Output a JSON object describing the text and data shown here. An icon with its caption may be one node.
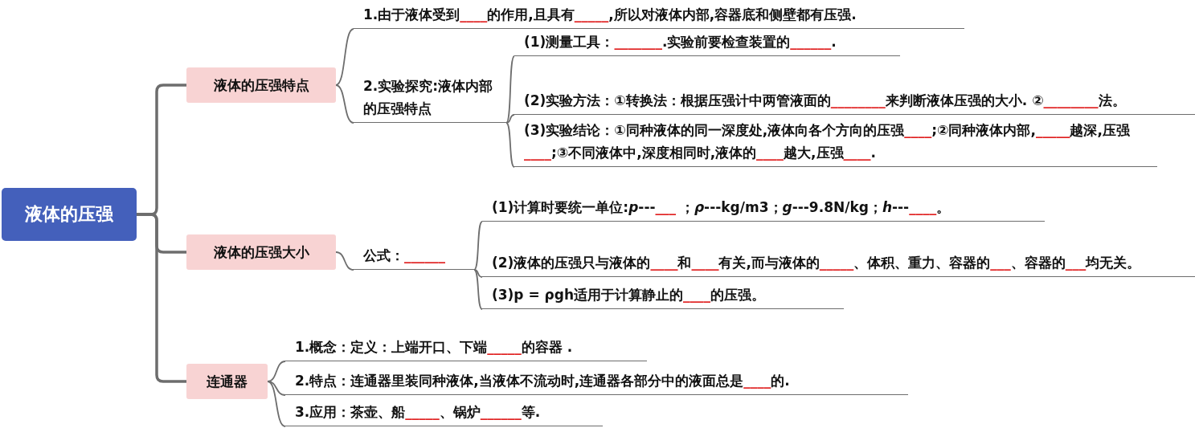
{
  "diagram": {
    "nodes": [
      {
        "text": [
          "液体的压强"
        ]
      },
      {
        "text": [
          "液体的压强特点"
        ]
      },
      {
        "text": [
          "液体的压强大小"
        ]
      },
      {
        "text": [
          "连通器"
        ]
      },
      {
        "text": [
          "1.由于液体受到____的作用,且具有_____,所以对液体内部,容器底和侧壁都有压强."
        ]
      },
      {
        "text": [
          "2.实验探究:液体内部的压强特点"
        ]
      },
      {
        "text": [
          "(1)测量工具：_______.实验前要检查装置的______."
        ]
      },
      {
        "text": [
          "(2)实验方法：①转换法：根据压强计中两管液面的________来判断液体压强的大小. ②________法。"
        ]
      },
      {
        "text": [
          "(3)实验结论：①同种液体的同一深度处,液体向各个方向的压强____;②同种液体内部,_____越深,压强____;③不同液体中,深度相同时,液体的____越大,压强____."
        ]
      },
      {
        "text": [
          "公式：______"
        ]
      },
      {
        "text": [
          "(1)计算时要统一单位:*p*---___ ；*ρ*---kg/m3；*g*---9.8N/kg；*h*---____。"
        ]
      },
      {
        "text": [
          "(2)液体的压强只与液体的____和____有关,而与液体的_____、体积、重力、容器的___、容器的___均无关。"
        ]
      },
      {
        "text": [
          "(3)p = ρgh适用于计算静止的____的压强。"
        ]
      },
      {
        "text": [
          "1.概念：定义：上端开口、下端_____的容器 ."
        ]
      },
      {
        "text": [
          "2.特点：连通器里装同种液体,当液体不流动时,连通器各部分中的液面总是____的."
        ]
      },
      {
        "text": [
          "3.应用：茶壶、船_____、锅炉______等."
        ]
      }
    ],
    "edges": [
      {
        "from": 0,
        "to": 1,
        "arrow": "none"
      },
      {
        "from": 0,
        "to": 2,
        "arrow": "none"
      },
      {
        "from": 0,
        "to": 3,
        "arrow": "none"
      },
      {
        "from": 1,
        "to": 4,
        "arrow": "none"
      },
      {
        "from": 1,
        "to": 5,
        "arrow": "none"
      },
      {
        "from": 5,
        "to": 6,
        "arrow": "none"
      },
      {
        "from": 5,
        "to": 7,
        "arrow": "none"
      },
      {
        "from": 5,
        "to": 8,
        "arrow": "none"
      },
      {
        "from": 2,
        "to": 9,
        "arrow": "none"
      },
      {
        "from": 9,
        "to": 10,
        "arrow": "none"
      },
      {
        "from": 9,
        "to": 11,
        "arrow": "none"
      },
      {
        "from": 9,
        "to": 12,
        "arrow": "none"
      },
      {
        "from": 3,
        "to": 13,
        "arrow": "none"
      },
      {
        "from": 3,
        "to": 14,
        "arrow": "none"
      },
      {
        "from": 3,
        "to": 15,
        "arrow": "none"
      }
    ]
  }
}
